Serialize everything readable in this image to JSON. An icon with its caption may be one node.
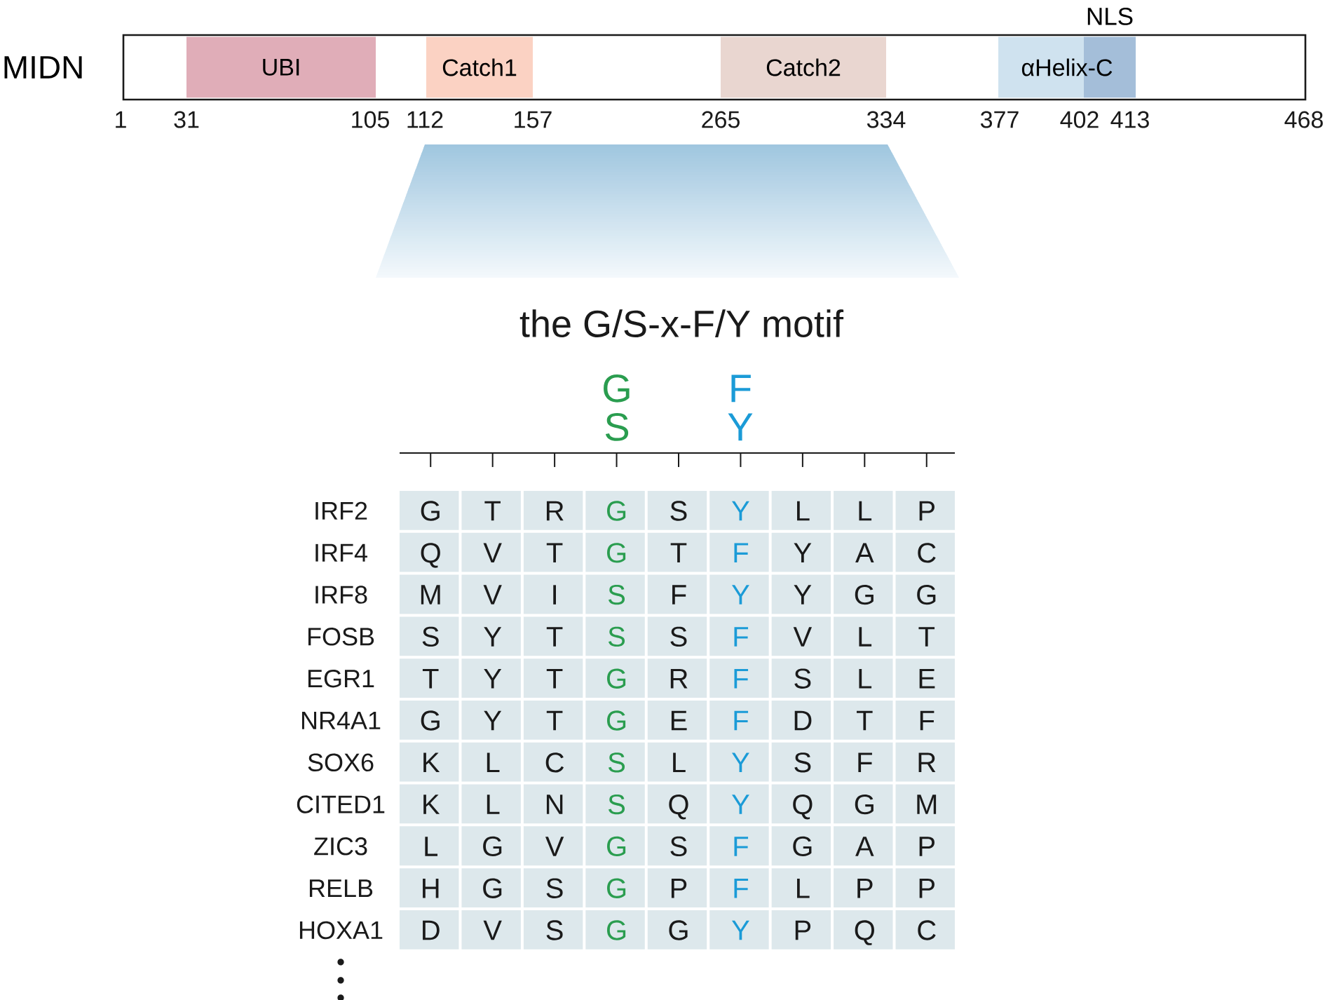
{
  "diagram": {
    "nodes": [
      {
        "text": [
          "MIDN"
        ]
      },
      {
        "text": [
          "UBI"
        ],
        "in": 0
      },
      {
        "text": [
          "Catch1"
        ],
        "in": 0
      },
      {
        "text": [
          "Catch2"
        ],
        "in": 0
      },
      {
        "text": [
          "αHelix-C"
        ],
        "in": 0
      },
      {
        "text": [
          "NLS"
        ],
        "in": 0
      }
    ],
    "labels": [
      "1",
      "31",
      "105",
      "112",
      "157",
      "265",
      "334",
      "377",
      "402",
      "413",
      "468",
      "the G/S-x-F/Y motif",
      "G",
      "F",
      "S",
      "Y",
      "IRF2",
      "G",
      "T",
      "R",
      "G",
      "S",
      "Y",
      "L",
      "L",
      "P",
      "IRF4",
      "Q",
      "V",
      "T",
      "G",
      "T",
      "F",
      "Y",
      "A",
      "C",
      "IRF8",
      "M",
      "V",
      "I",
      "S",
      "F",
      "Y",
      "Y",
      "G",
      "G",
      "FOSB",
      "S",
      "Y",
      "T",
      "S",
      "S",
      "F",
      "V",
      "L",
      "T",
      "EGR1",
      "T",
      "Y",
      "T",
      "G",
      "R",
      "F",
      "S",
      "L",
      "E",
      "NR4A1",
      "G",
      "Y",
      "T",
      "G",
      "E",
      "F",
      "D",
      "T",
      "F",
      "SOX6",
      "K",
      "L",
      "C",
      "S",
      "L",
      "Y",
      "S",
      "F",
      "R",
      "CITED1",
      "K",
      "L",
      "N",
      "S",
      "Q",
      "Y",
      "Q",
      "G",
      "M",
      "ZIC3",
      "L",
      "G",
      "V",
      "G",
      "S",
      "F",
      "G",
      "A",
      "P",
      "RELB",
      "H",
      "G",
      "S",
      "G",
      "P",
      "F",
      "L",
      "P",
      "P",
      "HOXA1",
      "D",
      "V",
      "S",
      "G",
      "G",
      "Y",
      "P",
      "Q",
      "C"
    ]
  }
}
